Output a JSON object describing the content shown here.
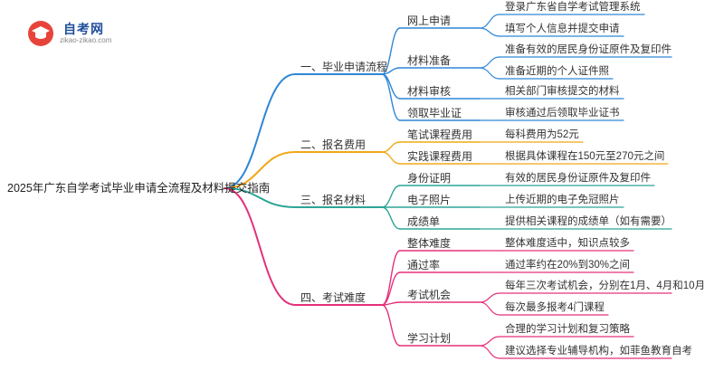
{
  "logo": {
    "name": "自考网",
    "url": "zikao-zikao.com"
  },
  "root": "2025年广东自学考试毕业申请全流程及材料提交指南",
  "branches": [
    {
      "label": "一、毕业申请流程",
      "color": "#2f86d6",
      "children": [
        {
          "label": "网上申请",
          "leaves": [
            "登录广东省自学考试管理系统",
            "填写个人信息并提交申请"
          ]
        },
        {
          "label": "材料准备",
          "leaves": [
            "准备有效的居民身份证原件及复印件",
            "准备近期的个人证件照"
          ]
        },
        {
          "label": "材料审核",
          "leaves": [
            "相关部门审核提交的材料"
          ]
        },
        {
          "label": "领取毕业证",
          "leaves": [
            "审核通过后领取毕业证书"
          ]
        }
      ]
    },
    {
      "label": "二、报名费用",
      "color": "#f0a818",
      "children": [
        {
          "label": "笔试课程费用",
          "leaves": [
            "每科费用为52元"
          ]
        },
        {
          "label": "实践课程费用",
          "leaves": [
            "根据具体课程在150元至270元之间"
          ]
        }
      ]
    },
    {
      "label": "三、报名材料",
      "color": "#2aa597",
      "children": [
        {
          "label": "身份证明",
          "leaves": [
            "有效的居民身份证原件及复印件"
          ]
        },
        {
          "label": "电子照片",
          "leaves": [
            "上传近期的电子免冠照片"
          ]
        },
        {
          "label": "成绩单",
          "leaves": [
            "提供相关课程的成绩单（如有需要）"
          ]
        }
      ]
    },
    {
      "label": "四、考试难度",
      "color": "#e5307a",
      "children": [
        {
          "label": "整体难度",
          "leaves": [
            "整体难度适中，知识点较多"
          ]
        },
        {
          "label": "通过率",
          "leaves": [
            "通过率约在20%到30%之间"
          ]
        },
        {
          "label": "考试机会",
          "leaves": [
            "每年三次考试机会，分别在1月、4月和10月",
            "每次最多报考4门课程"
          ]
        },
        {
          "label": "学习计划",
          "leaves": [
            "合理的学习计划和复习策略",
            "建议选择专业辅导机构，如菲鱼教育自考"
          ]
        }
      ]
    }
  ]
}
